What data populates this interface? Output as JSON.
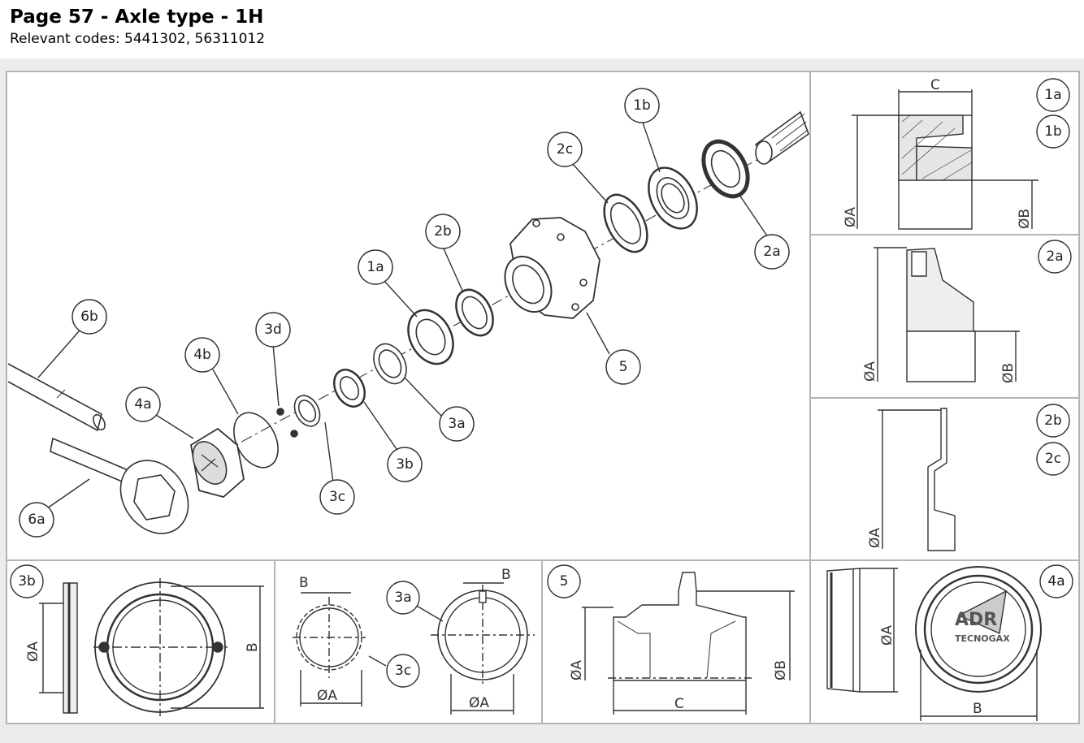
{
  "header": {
    "title": "Page 57 - Axle type - 1H",
    "codes": "Relevant codes: 5441302, 56311012"
  },
  "callouts": {
    "c1a": "1a",
    "c1b": "1b",
    "c2a": "2a",
    "c2b": "2b",
    "c2c": "2c",
    "c3a": "3a",
    "c3b": "3b",
    "c3c": "3c",
    "c3d": "3d",
    "c4a": "4a",
    "c4b": "4b",
    "c5": "5",
    "c6a": "6a",
    "c6b": "6b"
  },
  "details": {
    "d1": {
      "tag1": "1a",
      "tag2": "1b",
      "dimC": "C",
      "dimA": "ØA",
      "dimB": "ØB"
    },
    "d2a": {
      "tag": "2a",
      "dimA": "ØA",
      "dimB": "ØB"
    },
    "d2b": {
      "tag1": "2b",
      "tag2": "2c",
      "dimA": "ØA"
    },
    "d3b": {
      "tag": "3b",
      "dimA": "ØA",
      "dimB": "B"
    },
    "d3ac": {
      "tagA": "3a",
      "tagC": "3c",
      "dimB1": "B",
      "dimB2": "B",
      "dimA1": "ØA",
      "dimA2": "ØA"
    },
    "d5": {
      "tag": "5",
      "dimA": "ØA",
      "dimB": "ØB",
      "dimC": "C"
    },
    "d4a": {
      "tag": "4a",
      "dimA": "ØA",
      "dimB": "B",
      "logo": "ADR",
      "logo_sub": "TECNOGAX"
    }
  }
}
